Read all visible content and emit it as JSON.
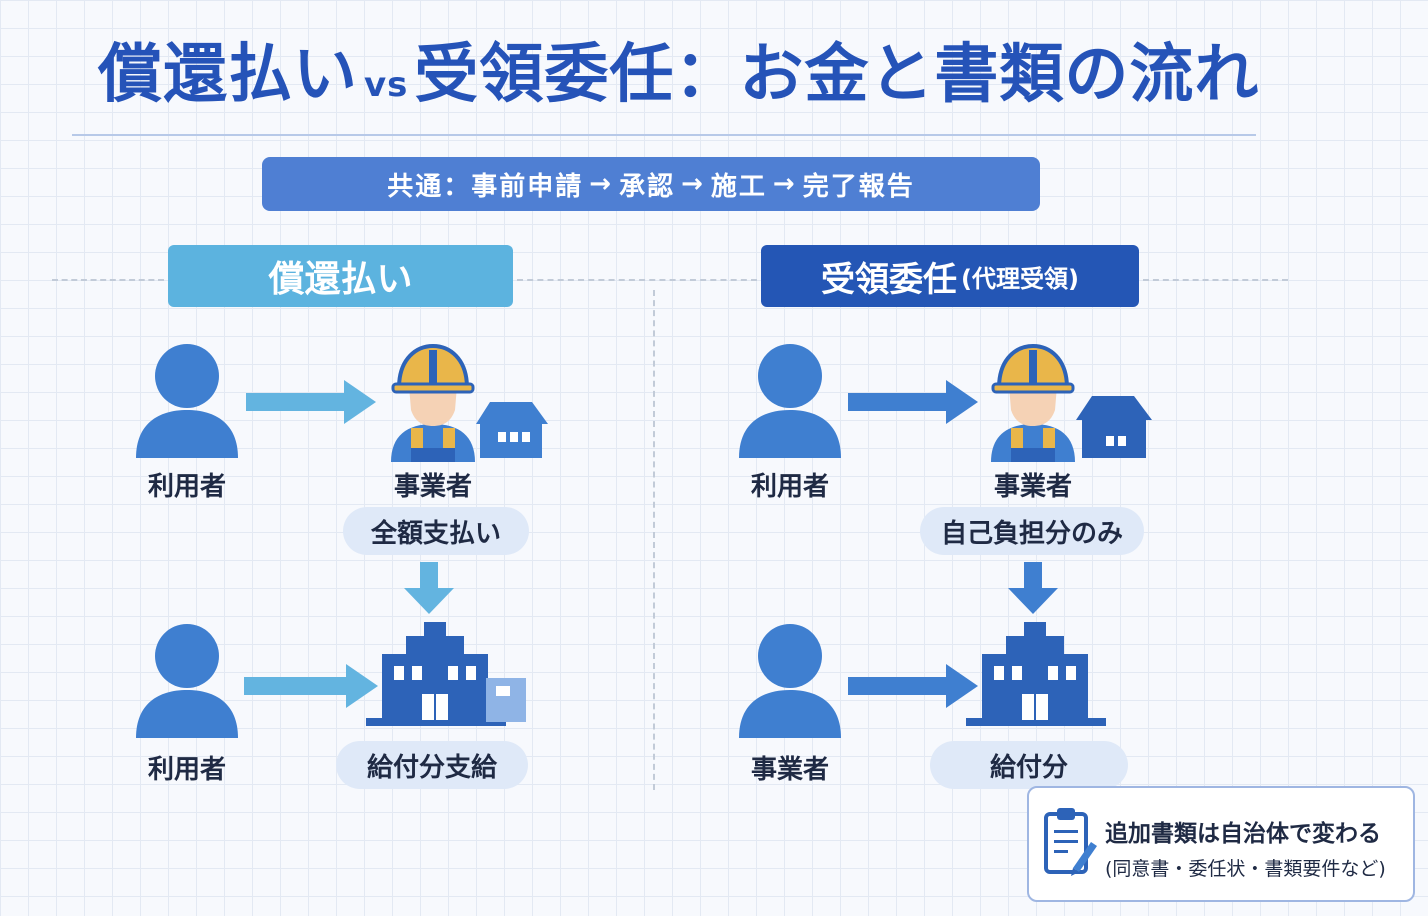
{
  "title": {
    "part1": "償還払い",
    "vs": "vs",
    "part2": "受領委任：お金と書類の流れ"
  },
  "common_flow": {
    "label": "共通：",
    "steps": [
      "事前申請",
      "承認",
      "施工",
      "完了報告"
    ],
    "arrow": "→"
  },
  "left": {
    "header": "償還払い",
    "top_user": "利用者",
    "top_business": "事業者",
    "payment": "全額支払い",
    "bottom_user": "利用者",
    "bottom_office": "給付分支給"
  },
  "right": {
    "header": "受領委任",
    "header_sub": "(代理受領)",
    "top_user": "利用者",
    "top_business": "事業者",
    "payment": "自己負担分のみ",
    "bottom_business": "事業者",
    "bottom_office": "給付分"
  },
  "note": {
    "main": "追加書類は自治体で変わる",
    "sub": "(同意書・委任状・書類要件など)"
  },
  "colors": {
    "title": "#2553b8",
    "left_accent": "#5cb3df",
    "right_accent": "#2456b5",
    "person": "#3f7fd0",
    "helmet": "#e9b64a",
    "face": "#f5d2b5",
    "pill": "#dfe9f8"
  },
  "icons": [
    "person-icon",
    "worker-icon",
    "house-icon",
    "office-building-icon",
    "clipboard-icon",
    "pen-icon",
    "arrow-right-icon",
    "arrow-down-icon"
  ]
}
